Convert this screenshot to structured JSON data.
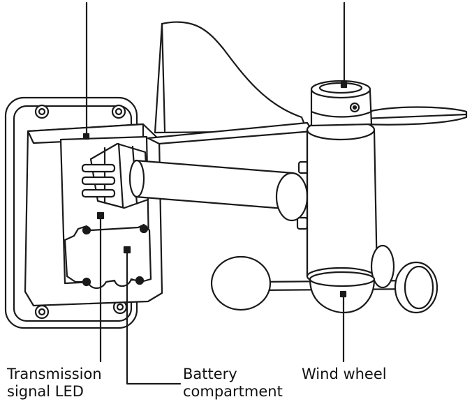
{
  "labels": {
    "transmission_led": [
      "Transmission",
      "signal LED"
    ],
    "battery_compartment": [
      "Battery",
      "compartment"
    ],
    "wind_wheel": "Wind wheel"
  },
  "colors": {
    "line": "#1a1a1a",
    "fill": "#ffffff",
    "background": "#ffffff"
  },
  "icons": {
    "led": "small-square",
    "battery_cover_screw": "filled-dot"
  }
}
